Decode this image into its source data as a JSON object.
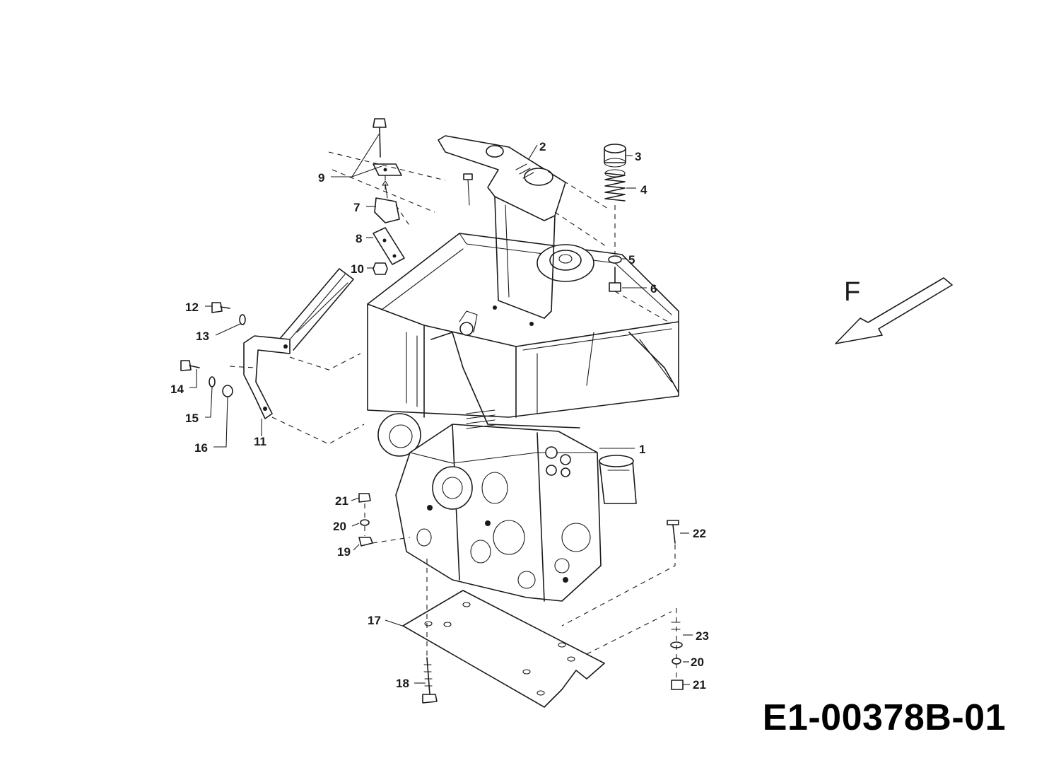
{
  "diagram": {
    "code": "E1-00378B-01",
    "direction_label": "F",
    "callouts": {
      "c1": "1",
      "c2": "2",
      "c3": "3",
      "c4": "4",
      "c5": "5",
      "c6": "6",
      "c7": "7",
      "c8": "8",
      "c9": "9",
      "c10": "10",
      "c11": "11",
      "c12": "12",
      "c13": "13",
      "c14": "14",
      "c15": "15",
      "c16": "16",
      "c17": "17",
      "c18": "18",
      "c19": "19",
      "c20a": "20",
      "c21a": "21",
      "c22": "22",
      "c23": "23",
      "c20b": "20",
      "c21b": "21"
    }
  }
}
